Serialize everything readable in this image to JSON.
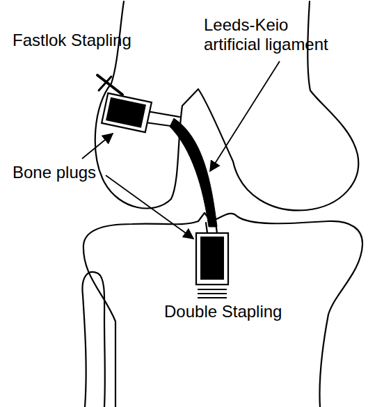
{
  "diagram": {
    "labels": [
      "Fastlok Stapling",
      "Leeds-Keio artificial ligament",
      "Bone plugs",
      "Double Stapling"
    ]
  }
}
